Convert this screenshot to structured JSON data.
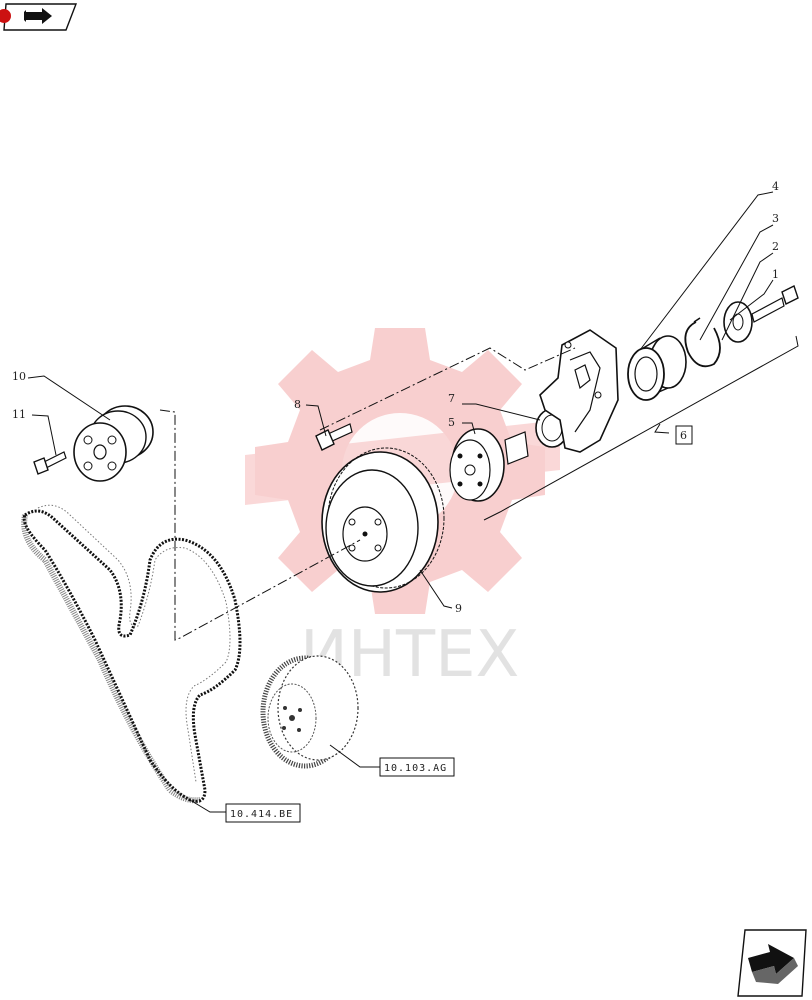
{
  "watermark": {
    "text": "ИНТЕХ",
    "color": "#e83a3a"
  },
  "callouts": [
    "1",
    "2",
    "3",
    "4",
    "5",
    "6",
    "7",
    "8",
    "9",
    "10",
    "11"
  ],
  "references": {
    "belt": "10.414.BE",
    "damper": "10.103.AG"
  },
  "icons": {
    "top_nav": "previous-page-icon",
    "bottom_nav": "next-page-icon"
  },
  "accent_color": "#cc1111"
}
